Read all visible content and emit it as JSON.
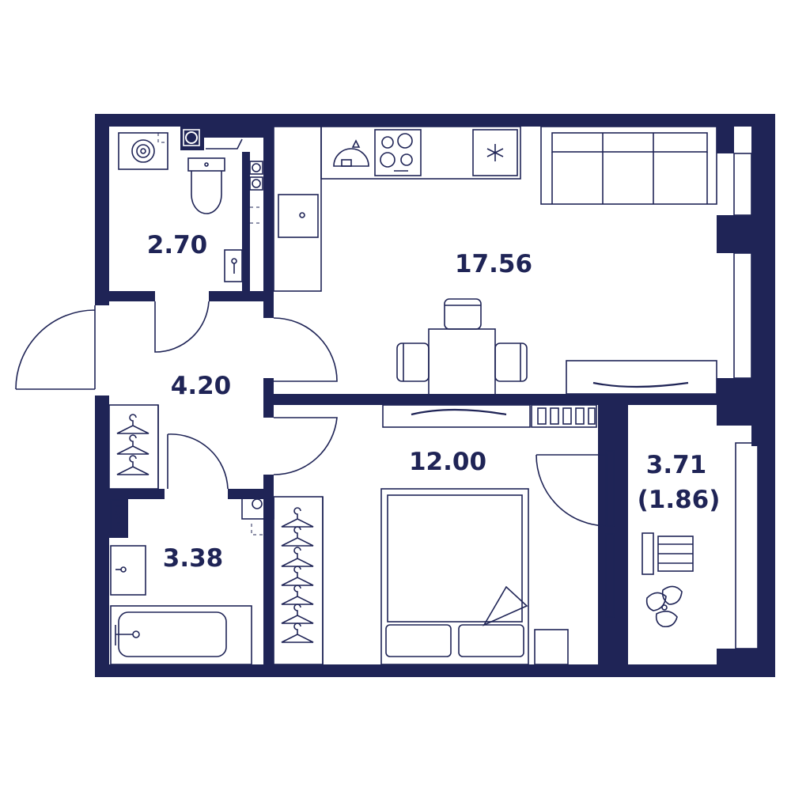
{
  "colors": {
    "wall": "#1f2456",
    "background": "#ffffff"
  },
  "rooms": [
    {
      "id": "bathroom-wc",
      "area": "2.70"
    },
    {
      "id": "kitchen-living",
      "area": "17.56"
    },
    {
      "id": "hallway",
      "area": "4.20"
    },
    {
      "id": "bedroom",
      "area": "12.00"
    },
    {
      "id": "bathroom",
      "area": "3.38"
    },
    {
      "id": "loggia",
      "area": "3.71",
      "area_reduced": "(1.86)"
    }
  ],
  "icons": [
    "washing-machine-icon",
    "toilet-icon",
    "sink-icon",
    "stove-icon",
    "fridge-icon",
    "sofa-icon",
    "dining-table-icon",
    "bed-icon",
    "bathtub-icon",
    "hanger-icon",
    "plant-icon",
    "radiator-icon"
  ]
}
